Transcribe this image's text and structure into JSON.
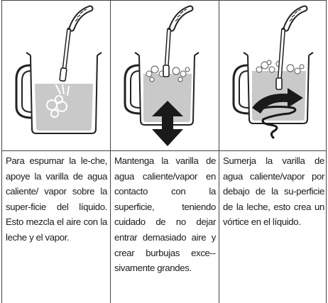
{
  "colors": {
    "milk": "#c9c9c9",
    "line": "#222222",
    "arrow": "#1a1a1a",
    "grid": "#444444"
  },
  "icons": [
    "steam-wand-icon",
    "milk-jug-icon",
    "double-arrow-icon",
    "vortex-arrow-icon"
  ],
  "steps": [
    {
      "text": "Para espumar la le-­che, apoye la varilla de agua caliente/ vapor sobre la super-­ficie del líquido. Esto mezcla el aire con la leche y el vapor."
    },
    {
      "text": "Mantenga la varilla de agua caliente/vapor en contacto con la superficie, teniendo cuidado de no dejar entrar demasiado aire y crear burbujas exce-­sivamente grandes."
    },
    {
      "text": "Sumerja la varilla de agua caliente/vapor por debajo de la su-­perficie de la leche, esto crea un vórtice en el líquido."
    }
  ]
}
